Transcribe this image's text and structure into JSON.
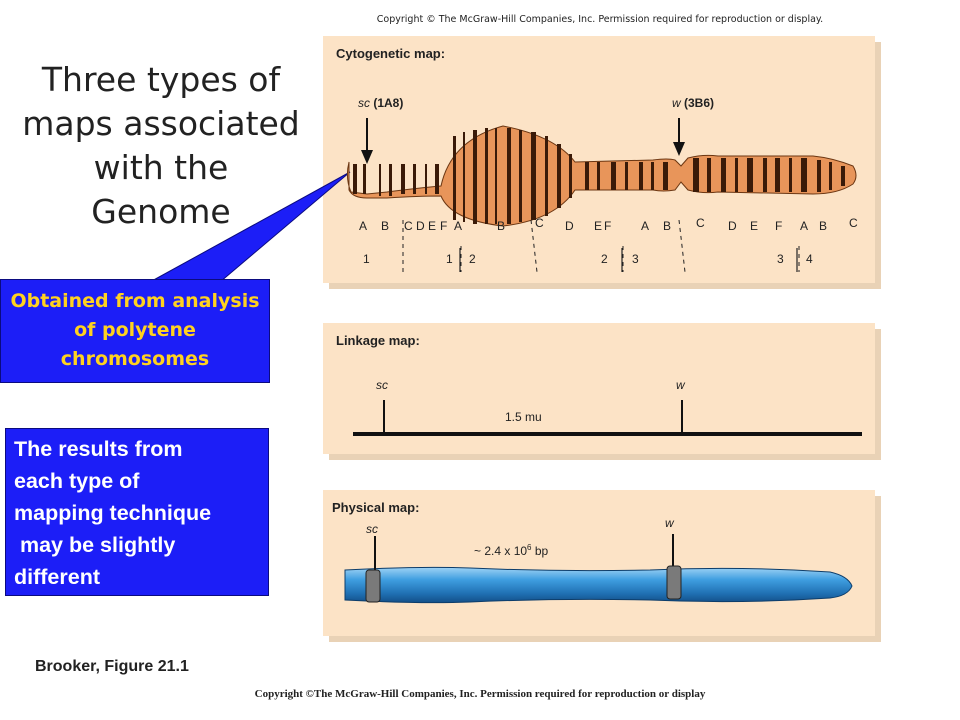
{
  "header": {
    "copyright_top": "Copyright © The McGraw-Hill Companies, Inc. Permission required for reproduction or display."
  },
  "slide": {
    "title_line1": "Three types of",
    "title_line2": "maps associated",
    "title_line3": "with the Genome"
  },
  "callout": {
    "line1": "Obtained from analysis",
    "line2": "of polytene",
    "line3": "chromosomes"
  },
  "results": {
    "line1": "The results from",
    "line2": "each type of",
    "line3": "mapping technique",
    "line4": " may be slightly",
    "line5": "different"
  },
  "cytogenetic": {
    "label": "Cytogenetic map:",
    "gene1_name": "sc",
    "gene1_pos": " (1A8)",
    "gene2_name": "w",
    "gene2_pos": " (3B6)",
    "bands": [
      "A",
      "B",
      "C",
      "D",
      "E",
      "F",
      "A",
      "B",
      "C",
      "D",
      "E",
      "F",
      "A",
      "B",
      "C",
      "D",
      "E",
      "F",
      "A",
      "B",
      "C"
    ],
    "regions": [
      "1",
      "1",
      "2",
      "2",
      "3",
      "3",
      "4"
    ]
  },
  "linkage": {
    "label": "Linkage map:",
    "gene1": "sc",
    "gene2": "w",
    "distance": "1.5 mu"
  },
  "physical": {
    "label": "Physical map:",
    "gene1": "sc",
    "gene2": "w",
    "distance_prefix": "~ 2.4 x 10",
    "distance_exp": "6",
    "distance_unit": " bp"
  },
  "footer": {
    "citation": "Brooker, Figure 21.1",
    "copyright_bottom": "Copyright ©The McGraw-Hill Companies, Inc. Permission required for reproduction or display"
  },
  "colors": {
    "callout_fill": "#1c1ef7",
    "callout_text": "#ffd21f",
    "results_text": "#ffffff",
    "panel_fill": "#fce3c6",
    "chromosome_fill": "#e8955a",
    "dna_fill": "#2f8fd0"
  }
}
